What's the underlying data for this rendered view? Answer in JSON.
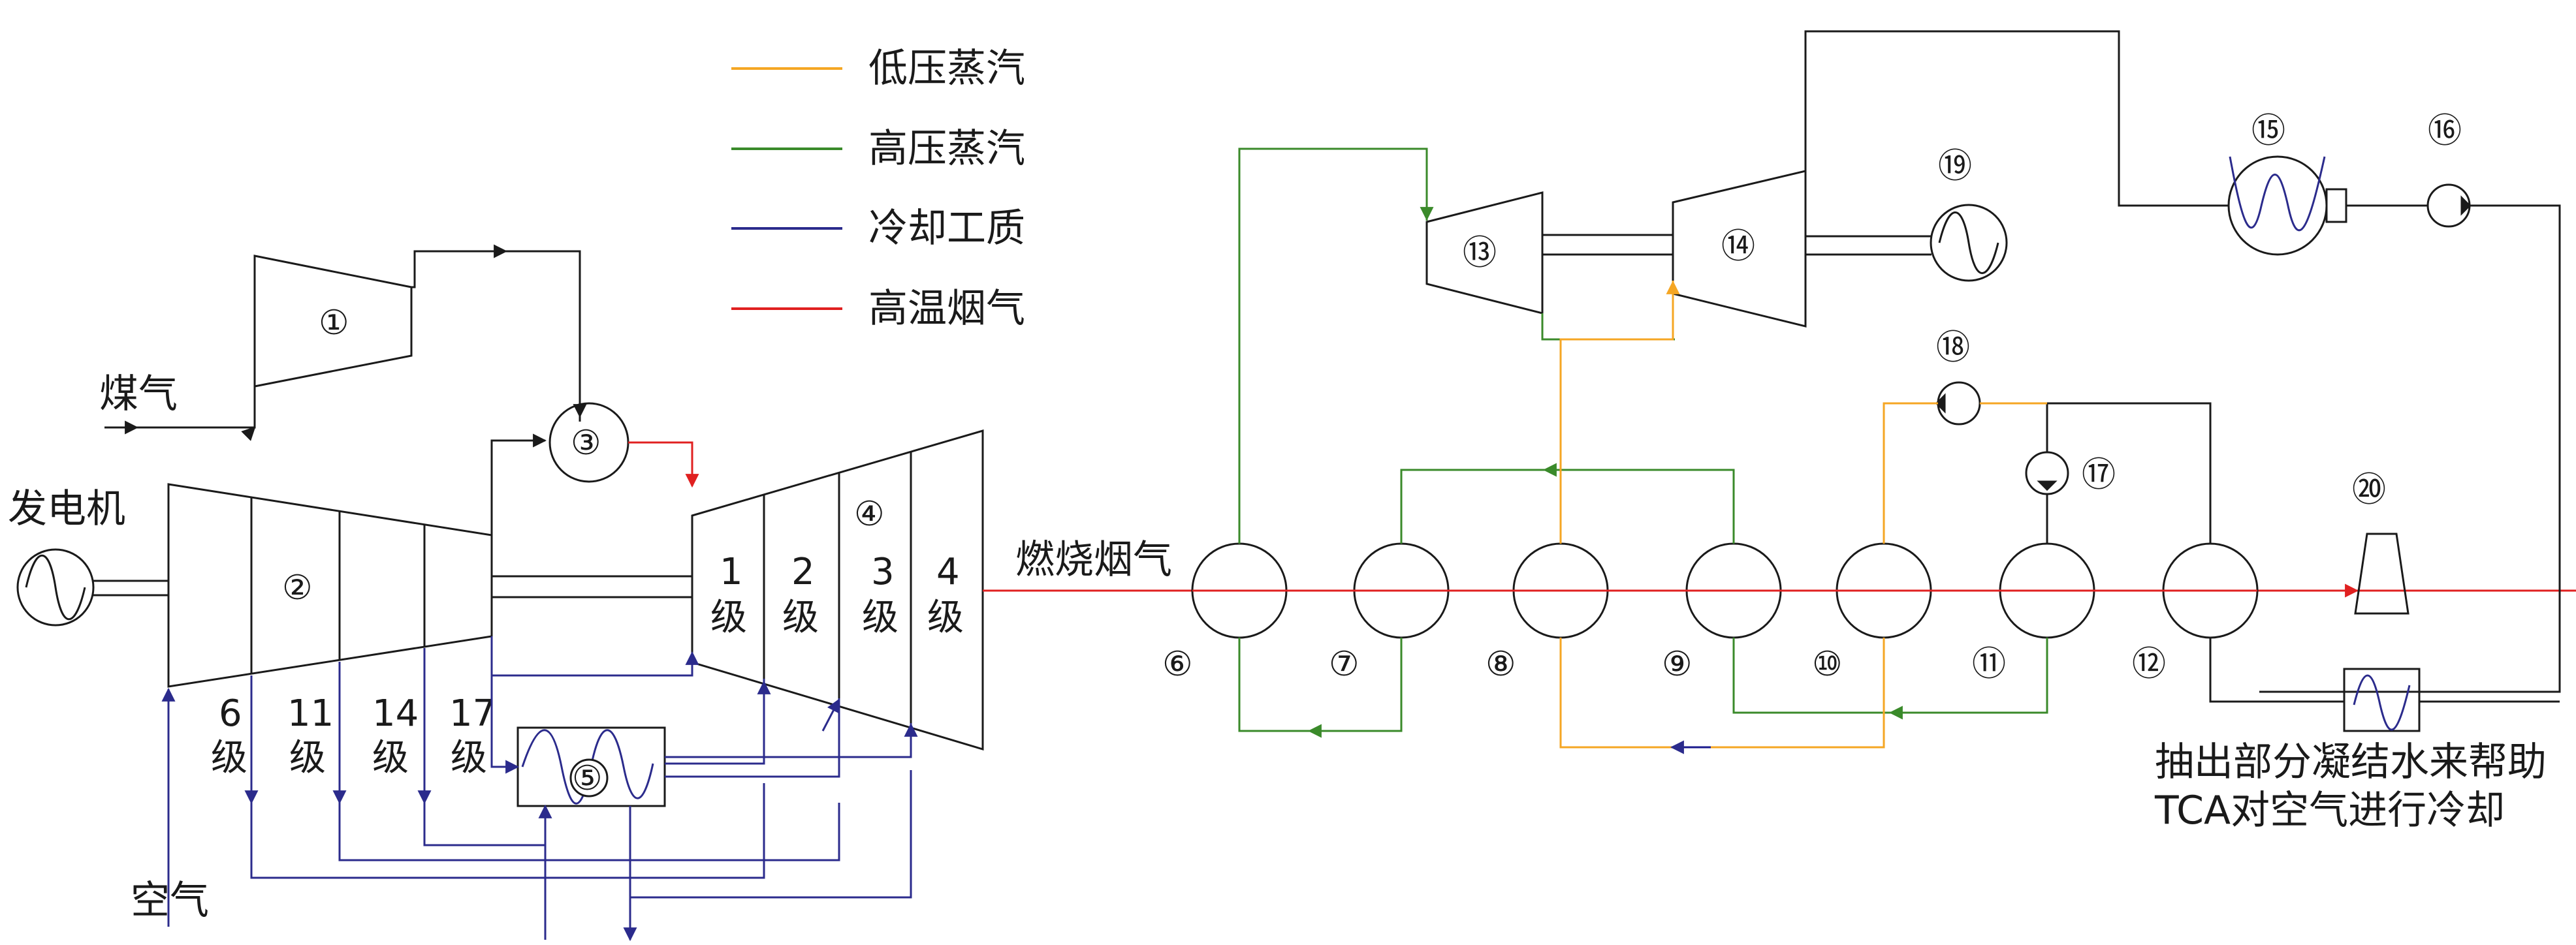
{
  "legend": [
    {
      "label": "低压蒸汽",
      "color": "#f5a623"
    },
    {
      "label": "高压蒸汽",
      "color": "#3a8a2a"
    },
    {
      "label": "冷却工质",
      "color": "#2b2b8c"
    },
    {
      "label": "高温烟气",
      "color": "#e02020"
    }
  ],
  "labels": {
    "gas": "煤气",
    "generator": "发电机",
    "air": "空气",
    "flue_gas": "燃烧烟气",
    "note_line1": "抽出部分凝结水来帮助",
    "note_line2": "TCA对空气进行冷却"
  },
  "compressor_stages": [
    "6",
    "11",
    "14",
    "17"
  ],
  "stage_suffix": "级",
  "turbine_stages": [
    "1",
    "2",
    "3",
    "4"
  ],
  "components": {
    "c1": "①",
    "c2": "②",
    "c3": "③",
    "c4": "④",
    "c5": "⑤",
    "c6": "⑥",
    "c7": "⑦",
    "c8": "⑧",
    "c9": "⑨",
    "c10": "⑩",
    "c11": "⑪",
    "c12": "⑫",
    "c13": "⑬",
    "c14": "⑭",
    "c15": "⑮",
    "c16": "⑯",
    "c17": "⑰",
    "c18": "⑱",
    "c19": "⑲",
    "c20": "⑳"
  },
  "colors": {
    "low_pressure_steam": "#f5a623",
    "high_pressure_steam": "#3a8a2a",
    "coolant": "#2b2b8c",
    "flue_gas": "#e02020",
    "line": "#1a1a1a"
  }
}
